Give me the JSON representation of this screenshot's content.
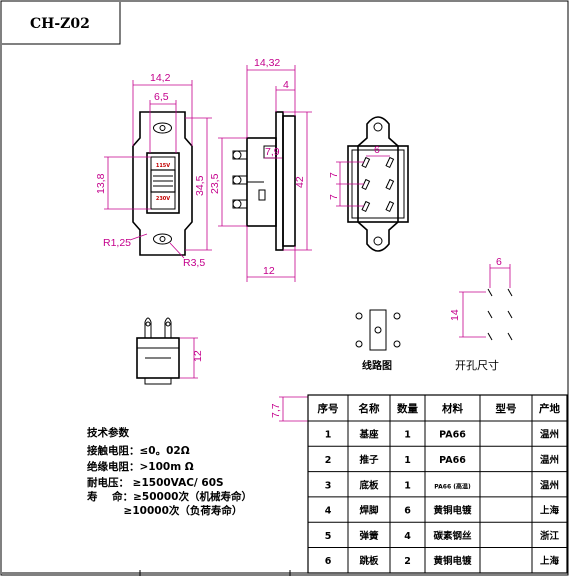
{
  "title_block": {
    "code": "CH-Z02"
  },
  "dimensions": {
    "front_width": "14,2",
    "front_inner": "6,5",
    "front_window": "13,8",
    "front_height": "34,5",
    "corner_radius": "R1,25",
    "hole_radius": "R3,5",
    "side_width": "14,32",
    "side_top": "4",
    "side_step": "7,9",
    "side_body": "23,5",
    "side_height": "42",
    "side_base": "12",
    "bottom_pitch": "6",
    "bottom_pitch_v": "7",
    "bottom_pitch_v2": "7",
    "small_height": "12",
    "hole_pitch_h": "6",
    "hole_pitch_v": "14",
    "row_pitch": "7,7"
  },
  "switch_labels": {
    "top": "115V",
    "bottom": "230V"
  },
  "captions": {
    "circuit": "线路图",
    "hole_layout": "开孔尺寸"
  },
  "specs": {
    "title": "技术参数",
    "lines": [
      "接触电阻：≤0。02Ω",
      "绝缘电阻：>100m Ω",
      "耐电压：  ≥1500VAC/ 60S",
      "寿    命：≥50000次（机械寿命）",
      "          ≥10000次（负荷寿命）"
    ]
  },
  "parts_table": {
    "headers": [
      "序号",
      "名称",
      "数量",
      "材料",
      "型号",
      "产地"
    ],
    "rows": [
      [
        "1",
        "基座",
        "1",
        "PA66",
        "",
        "温州"
      ],
      [
        "2",
        "推子",
        "1",
        "PA66",
        "",
        "温州"
      ],
      [
        "3",
        "底板",
        "1",
        "PA66 (高温)",
        "",
        "温州"
      ],
      [
        "4",
        "焊脚",
        "6",
        "黄铜电镀",
        "",
        "上海"
      ],
      [
        "5",
        "弹簧",
        "4",
        "碳素钢丝",
        "",
        "浙江"
      ],
      [
        "6",
        "跳板",
        "2",
        "黄铜电镀",
        "",
        "上海"
      ]
    ]
  }
}
